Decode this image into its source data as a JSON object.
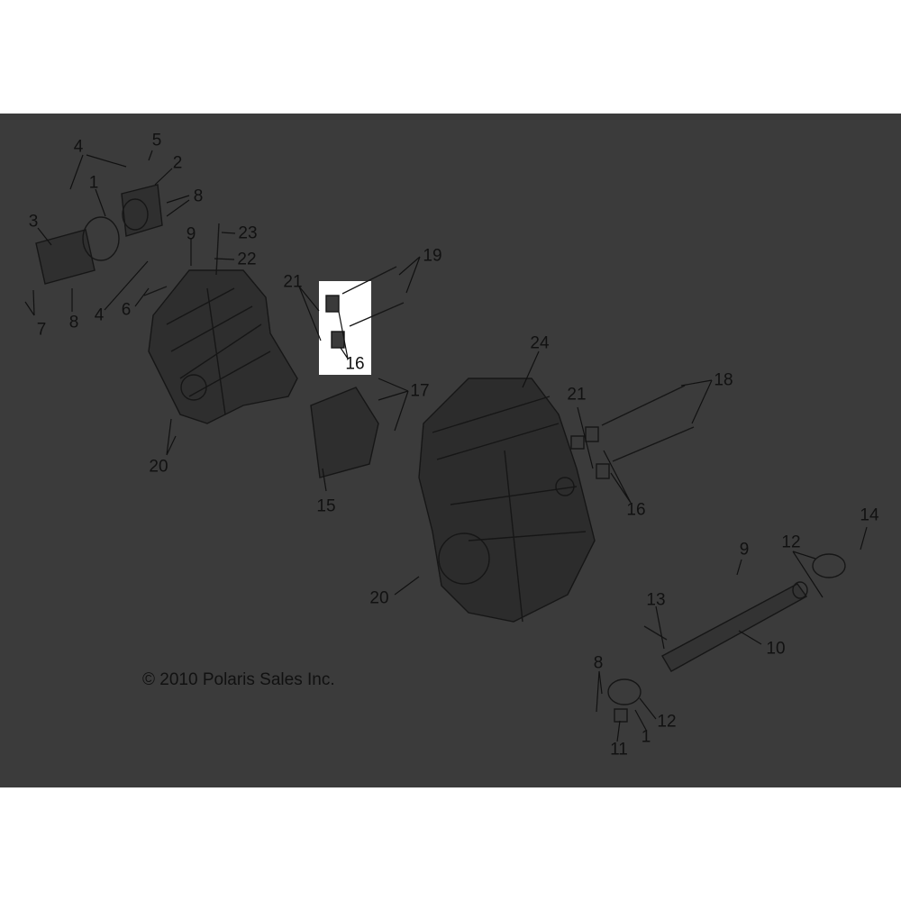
{
  "diagram": {
    "copyright": "© 2010 Polaris Sales Inc.",
    "callouts": [
      {
        "id": "c4a",
        "text": "4"
      },
      {
        "id": "c5",
        "text": "5"
      },
      {
        "id": "c2",
        "text": "2"
      },
      {
        "id": "c1a",
        "text": "1"
      },
      {
        "id": "c8a",
        "text": "8"
      },
      {
        "id": "c3",
        "text": "3"
      },
      {
        "id": "c9a",
        "text": "9"
      },
      {
        "id": "c23",
        "text": "23"
      },
      {
        "id": "c22",
        "text": "22"
      },
      {
        "id": "c7",
        "text": "7"
      },
      {
        "id": "c8b",
        "text": "8"
      },
      {
        "id": "c4b",
        "text": "4"
      },
      {
        "id": "c6",
        "text": "6"
      },
      {
        "id": "c21a",
        "text": "21"
      },
      {
        "id": "c19",
        "text": "19"
      },
      {
        "id": "c16a",
        "text": "16"
      },
      {
        "id": "c24",
        "text": "24"
      },
      {
        "id": "c17",
        "text": "17"
      },
      {
        "id": "c18",
        "text": "18"
      },
      {
        "id": "c21b",
        "text": "21"
      },
      {
        "id": "c20a",
        "text": "20"
      },
      {
        "id": "c15",
        "text": "15"
      },
      {
        "id": "c16b",
        "text": "16"
      },
      {
        "id": "c14",
        "text": "14"
      },
      {
        "id": "c12a",
        "text": "12"
      },
      {
        "id": "c9b",
        "text": "9"
      },
      {
        "id": "c13",
        "text": "13"
      },
      {
        "id": "c20b",
        "text": "20"
      },
      {
        "id": "c10",
        "text": "10"
      },
      {
        "id": "c8c",
        "text": "8"
      },
      {
        "id": "c12b",
        "text": "12"
      },
      {
        "id": "c11",
        "text": "11"
      },
      {
        "id": "c1b",
        "text": "1"
      }
    ]
  }
}
